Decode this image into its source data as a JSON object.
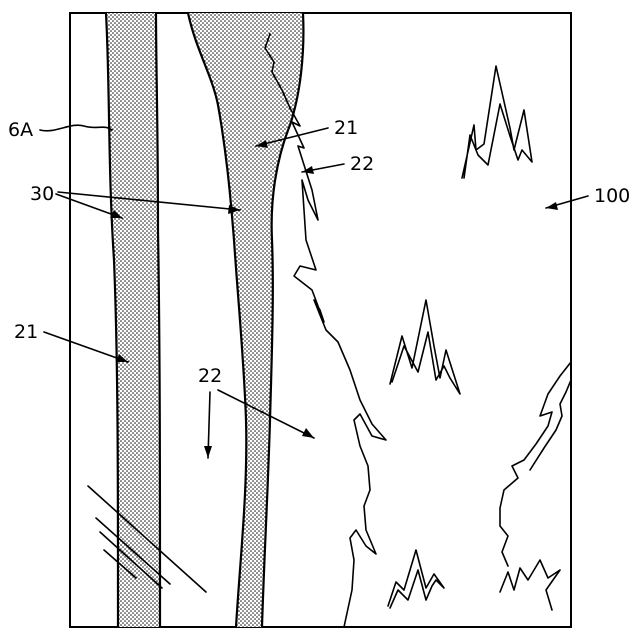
{
  "labels": {
    "ref_6A": "6A",
    "ref_30": "30",
    "ref_21_top": "21",
    "ref_22_top": "22",
    "ref_100": "100",
    "ref_21_left": "21",
    "ref_22_mid": "22"
  }
}
